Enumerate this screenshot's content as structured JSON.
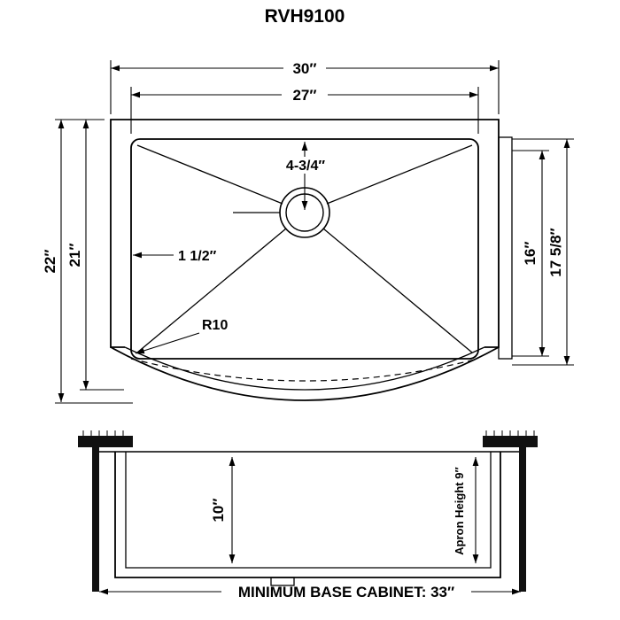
{
  "title": "RVH9100",
  "top_view": {
    "width_overall": "30″",
    "width_bowl": "27″",
    "depth_overall": "22″",
    "depth_rim": "21″",
    "depth_bowl": "16″",
    "depth_cutout": "17 5/8″",
    "drain_offset": "4-3/4″",
    "rim_width": "1 1/2″",
    "corner_radius": "R10"
  },
  "front_view": {
    "bowl_depth": "10″",
    "apron_height": "Apron Height  9″",
    "cabinet_note": "MINIMUM BASE CABINET: 33″"
  }
}
